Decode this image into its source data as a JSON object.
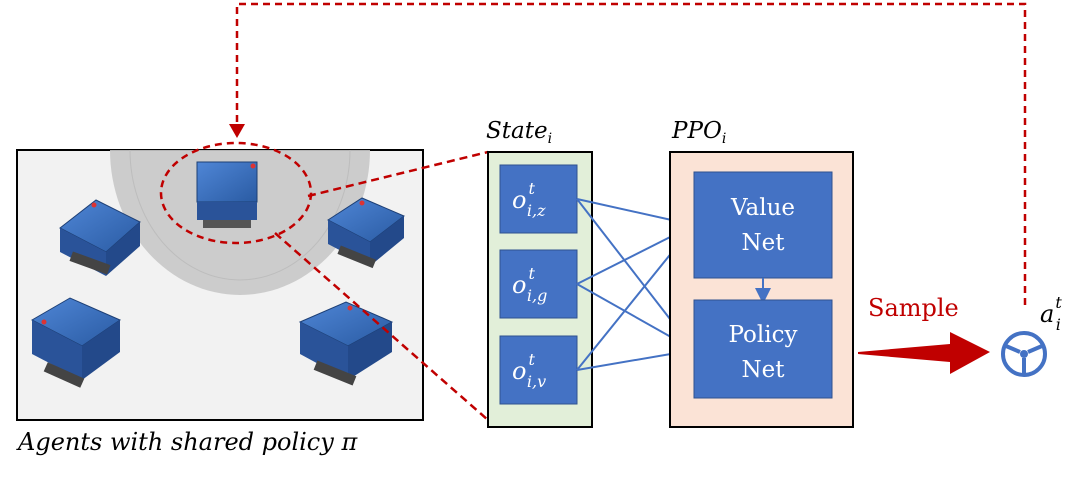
{
  "scene": {
    "caption": "Agents with shared policy π"
  },
  "state": {
    "title": "State",
    "title_sub": "i",
    "items": [
      {
        "base": "o",
        "sup": "t",
        "sub": "i,z"
      },
      {
        "base": "o",
        "sup": "t",
        "sub": "i,g"
      },
      {
        "base": "o",
        "sup": "t",
        "sub": "i,v"
      }
    ]
  },
  "ppo": {
    "title": "PPO",
    "title_sub": "i",
    "value_net": [
      "Value",
      "Net"
    ],
    "policy_net": [
      "Policy",
      "Net"
    ]
  },
  "sample_label": "Sample",
  "action": {
    "base": "a",
    "sup": "t",
    "sub": "i"
  },
  "colors": {
    "box_blue": "#4472c4",
    "state_fill": "#e2efd9",
    "ppo_fill": "#fbe3d6",
    "dashed_red": "#c00000",
    "sample_red": "#c00000",
    "line_blue": "#4472c4",
    "sensor_gray": "#c8c8c8",
    "robot_blue": "#2e5faa"
  },
  "icons": {
    "action": "steering-wheel-icon"
  }
}
